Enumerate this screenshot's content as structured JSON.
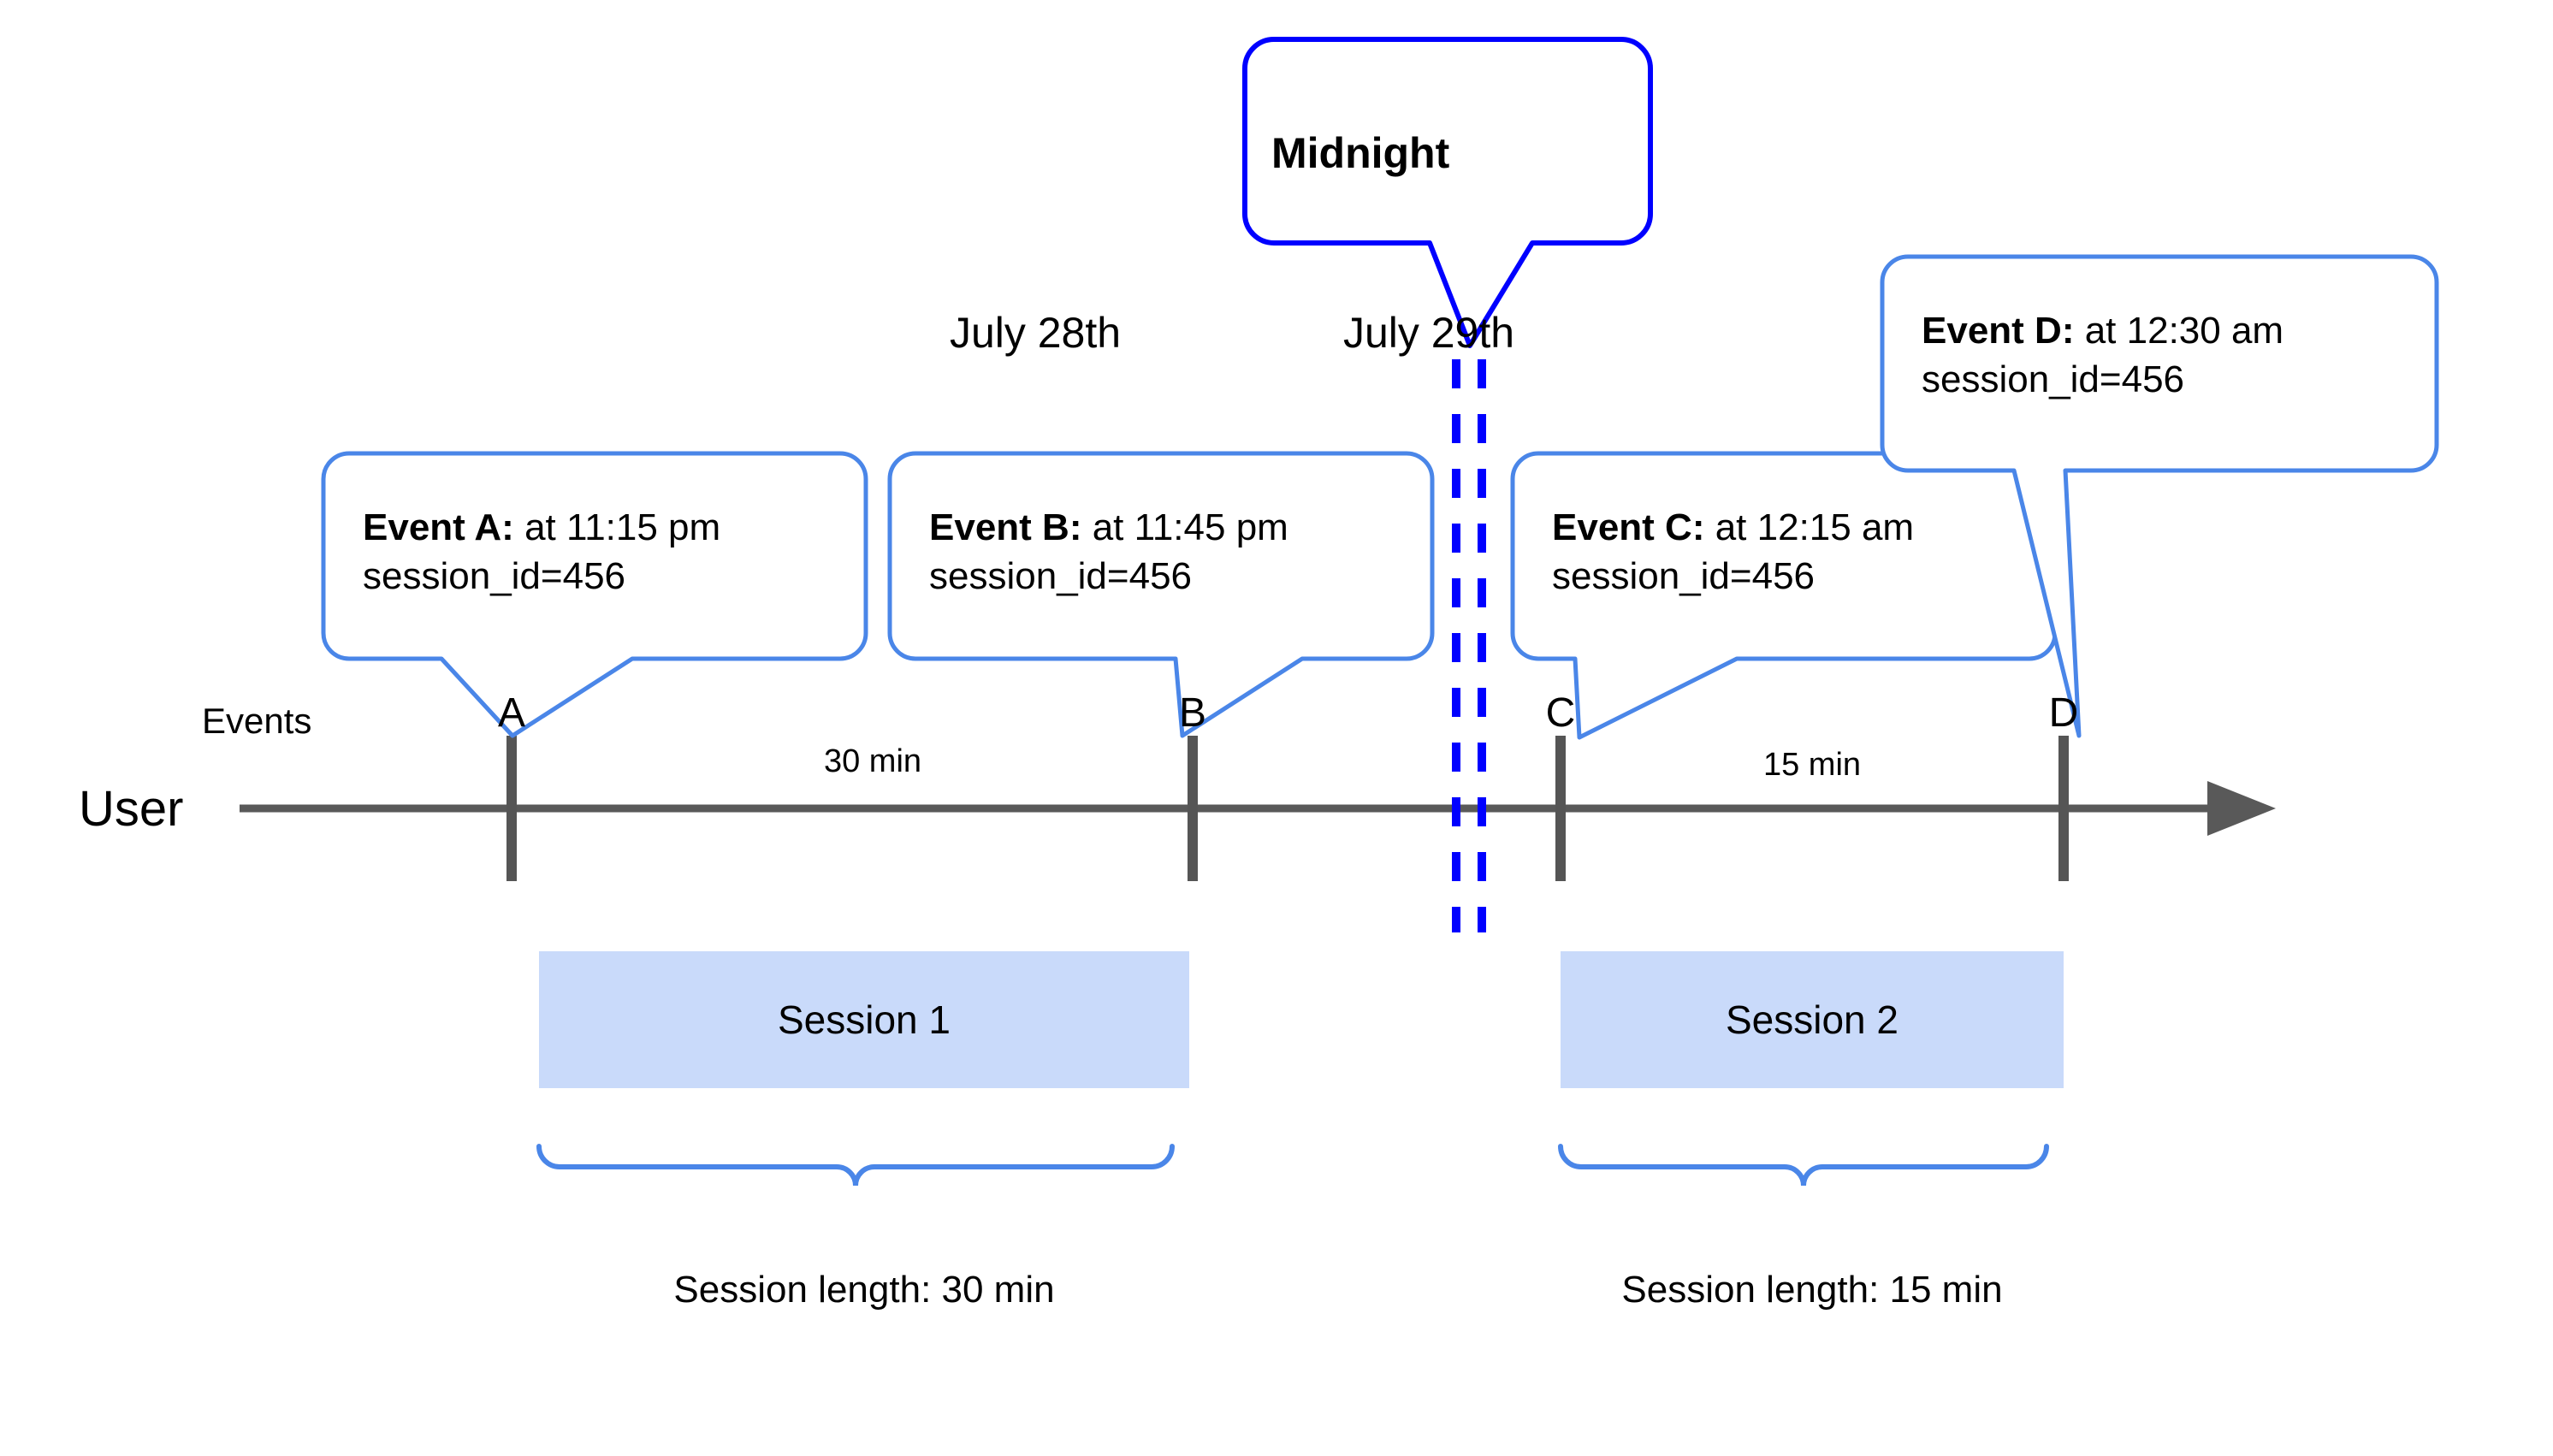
{
  "diagram": {
    "title": "User session timeline across midnight",
    "colors": {
      "callout_border": "#4A86E8",
      "midnight_border": "#0000FF",
      "midnight_dash": "#0000FF",
      "axis": "#595959",
      "marker": "#555555",
      "session_fill": "#C9DAFA",
      "brace": "#4A86E8",
      "text": "#000000"
    },
    "axis": {
      "user_label": "User",
      "events_label": "Events"
    },
    "dates": [
      {
        "label": "July 28th"
      },
      {
        "label": "July 29th"
      }
    ],
    "midnight": {
      "label": "Midnight"
    },
    "events": [
      {
        "letter": "A",
        "title": "Event A:",
        "detail": " at 11:15 pm",
        "session_id": "session_id=456"
      },
      {
        "letter": "B",
        "title": "Event B:",
        "detail": " at 11:45 pm",
        "session_id": "session_id=456"
      },
      {
        "letter": "C",
        "title": "Event C:",
        "detail": " at 12:15 am",
        "session_id": "session_id=456"
      },
      {
        "letter": "D",
        "title": "Event D:",
        "detail": " at 12:30 am",
        "session_id": "session_id=456"
      }
    ],
    "durations": [
      {
        "label": "30 min"
      },
      {
        "label": "15 min"
      }
    ],
    "sessions": [
      {
        "label": "Session 1",
        "length_label": "Session length: 30 min"
      },
      {
        "label": "Session 2",
        "length_label": "Session length: 15 min"
      }
    ]
  }
}
